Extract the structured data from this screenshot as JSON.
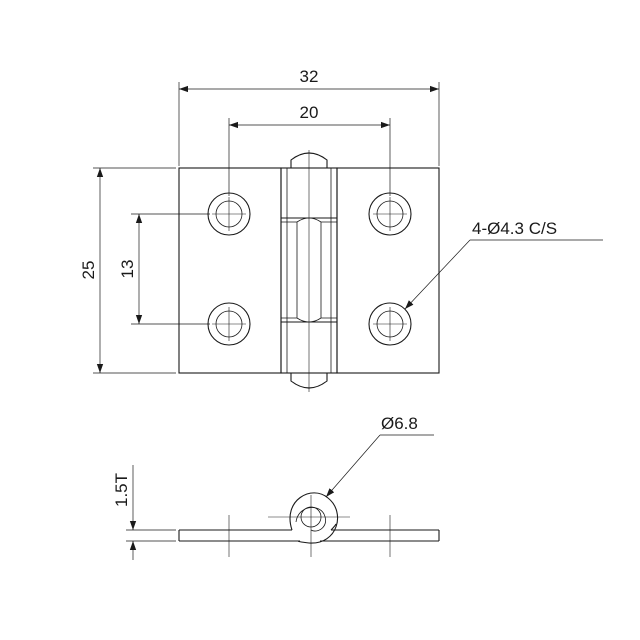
{
  "dimensions": {
    "overall_width": "32",
    "hole_spacing_x": "20",
    "overall_height": "25",
    "hole_spacing_y": "13",
    "hole_callout": "4-Ø4.3 C/S",
    "pin_diameter": "Ø6.8",
    "thickness": "1.5T"
  },
  "colors": {
    "line": "#1a1a1a",
    "background": "#ffffff"
  }
}
